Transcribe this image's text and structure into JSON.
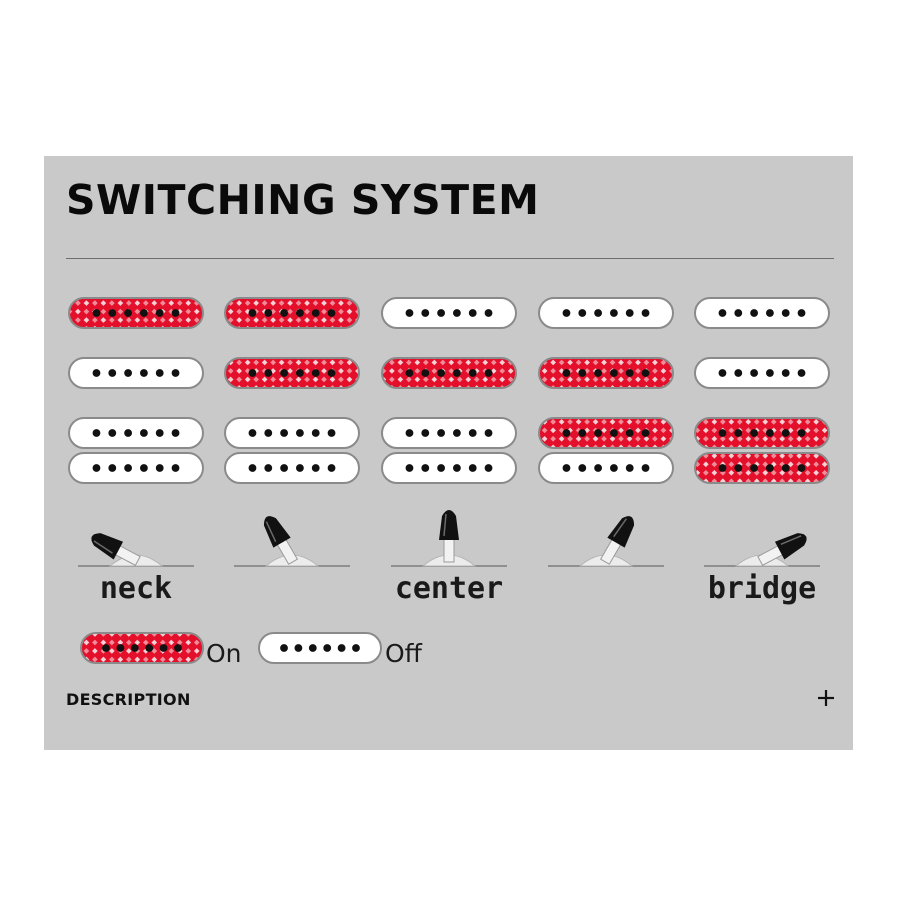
{
  "title": "SWITCHING SYSTEM",
  "positions": [
    {
      "label": "neck",
      "lever": "full-left",
      "pickups": {
        "neck": "on",
        "middle": "off",
        "bridge": [
          "off",
          "off"
        ]
      }
    },
    {
      "label": "",
      "lever": "left",
      "pickups": {
        "neck": "on",
        "middle": "on",
        "bridge": [
          "off",
          "off"
        ]
      }
    },
    {
      "label": "center",
      "lever": "center",
      "pickups": {
        "neck": "off",
        "middle": "on",
        "bridge": [
          "off",
          "off"
        ]
      }
    },
    {
      "label": "",
      "lever": "right",
      "pickups": {
        "neck": "off",
        "middle": "on",
        "bridge": [
          "on",
          "off"
        ]
      }
    },
    {
      "label": "bridge",
      "lever": "full-right",
      "pickups": {
        "neck": "off",
        "middle": "off",
        "bridge": [
          "on",
          "on"
        ]
      }
    }
  ],
  "legend": {
    "on_label": "On",
    "off_label": "Off"
  },
  "description_label": "DESCRIPTION",
  "expand_icon": "plus-icon",
  "colors": {
    "panel": "#c9c9c9",
    "on": "#e4102b",
    "off": "#ffffff",
    "pole": "#111111",
    "lever": "#111111"
  }
}
